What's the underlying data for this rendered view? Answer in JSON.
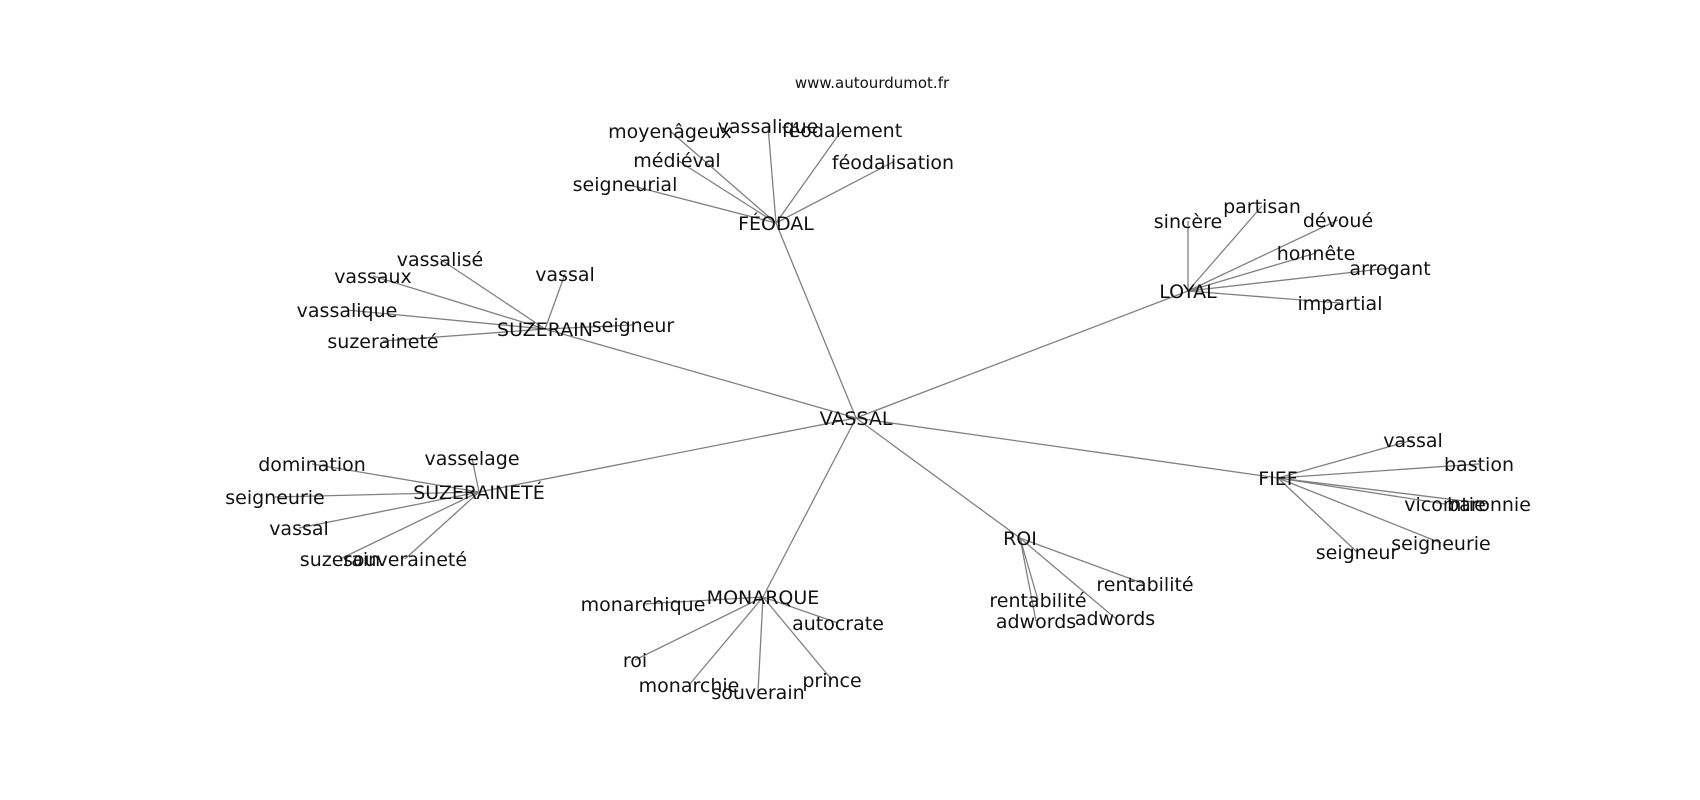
{
  "watermark": "www.autourdumot.fr",
  "center": "VASSAL",
  "clusters": [
    {
      "hub": "FÉODAL",
      "leaves": [
        "moyenâgeux",
        "vassalique",
        "féodalement",
        "médiéval",
        "féodalisation",
        "seigneurial"
      ]
    },
    {
      "hub": "LOYAL",
      "leaves": [
        "sincère",
        "partisan",
        "dévoué",
        "honnête",
        "arrogant",
        "impartial"
      ]
    },
    {
      "hub": "SUZERAIN",
      "leaves": [
        "vassalisé",
        "vassaux",
        "vassal",
        "vassalique",
        "seigneur",
        "suzeraineté"
      ]
    },
    {
      "hub": "SUZERAINETÉ",
      "leaves": [
        "domination",
        "vasselage",
        "seigneurie",
        "vassal",
        "suzerain",
        "souveraineté"
      ]
    },
    {
      "hub": "FIEF",
      "leaves": [
        "vassal",
        "bastion",
        "vicomtie",
        "baronnie",
        "seigneurie",
        "seigneur"
      ]
    },
    {
      "hub": "ROI",
      "leaves": [
        "rentabilité",
        "rentabilité",
        "adwords",
        "adwords"
      ]
    },
    {
      "hub": "MONARQUE",
      "leaves": [
        "monarchique",
        "autocrate",
        "roi",
        "monarchie",
        "souverain",
        "prince"
      ]
    }
  ]
}
